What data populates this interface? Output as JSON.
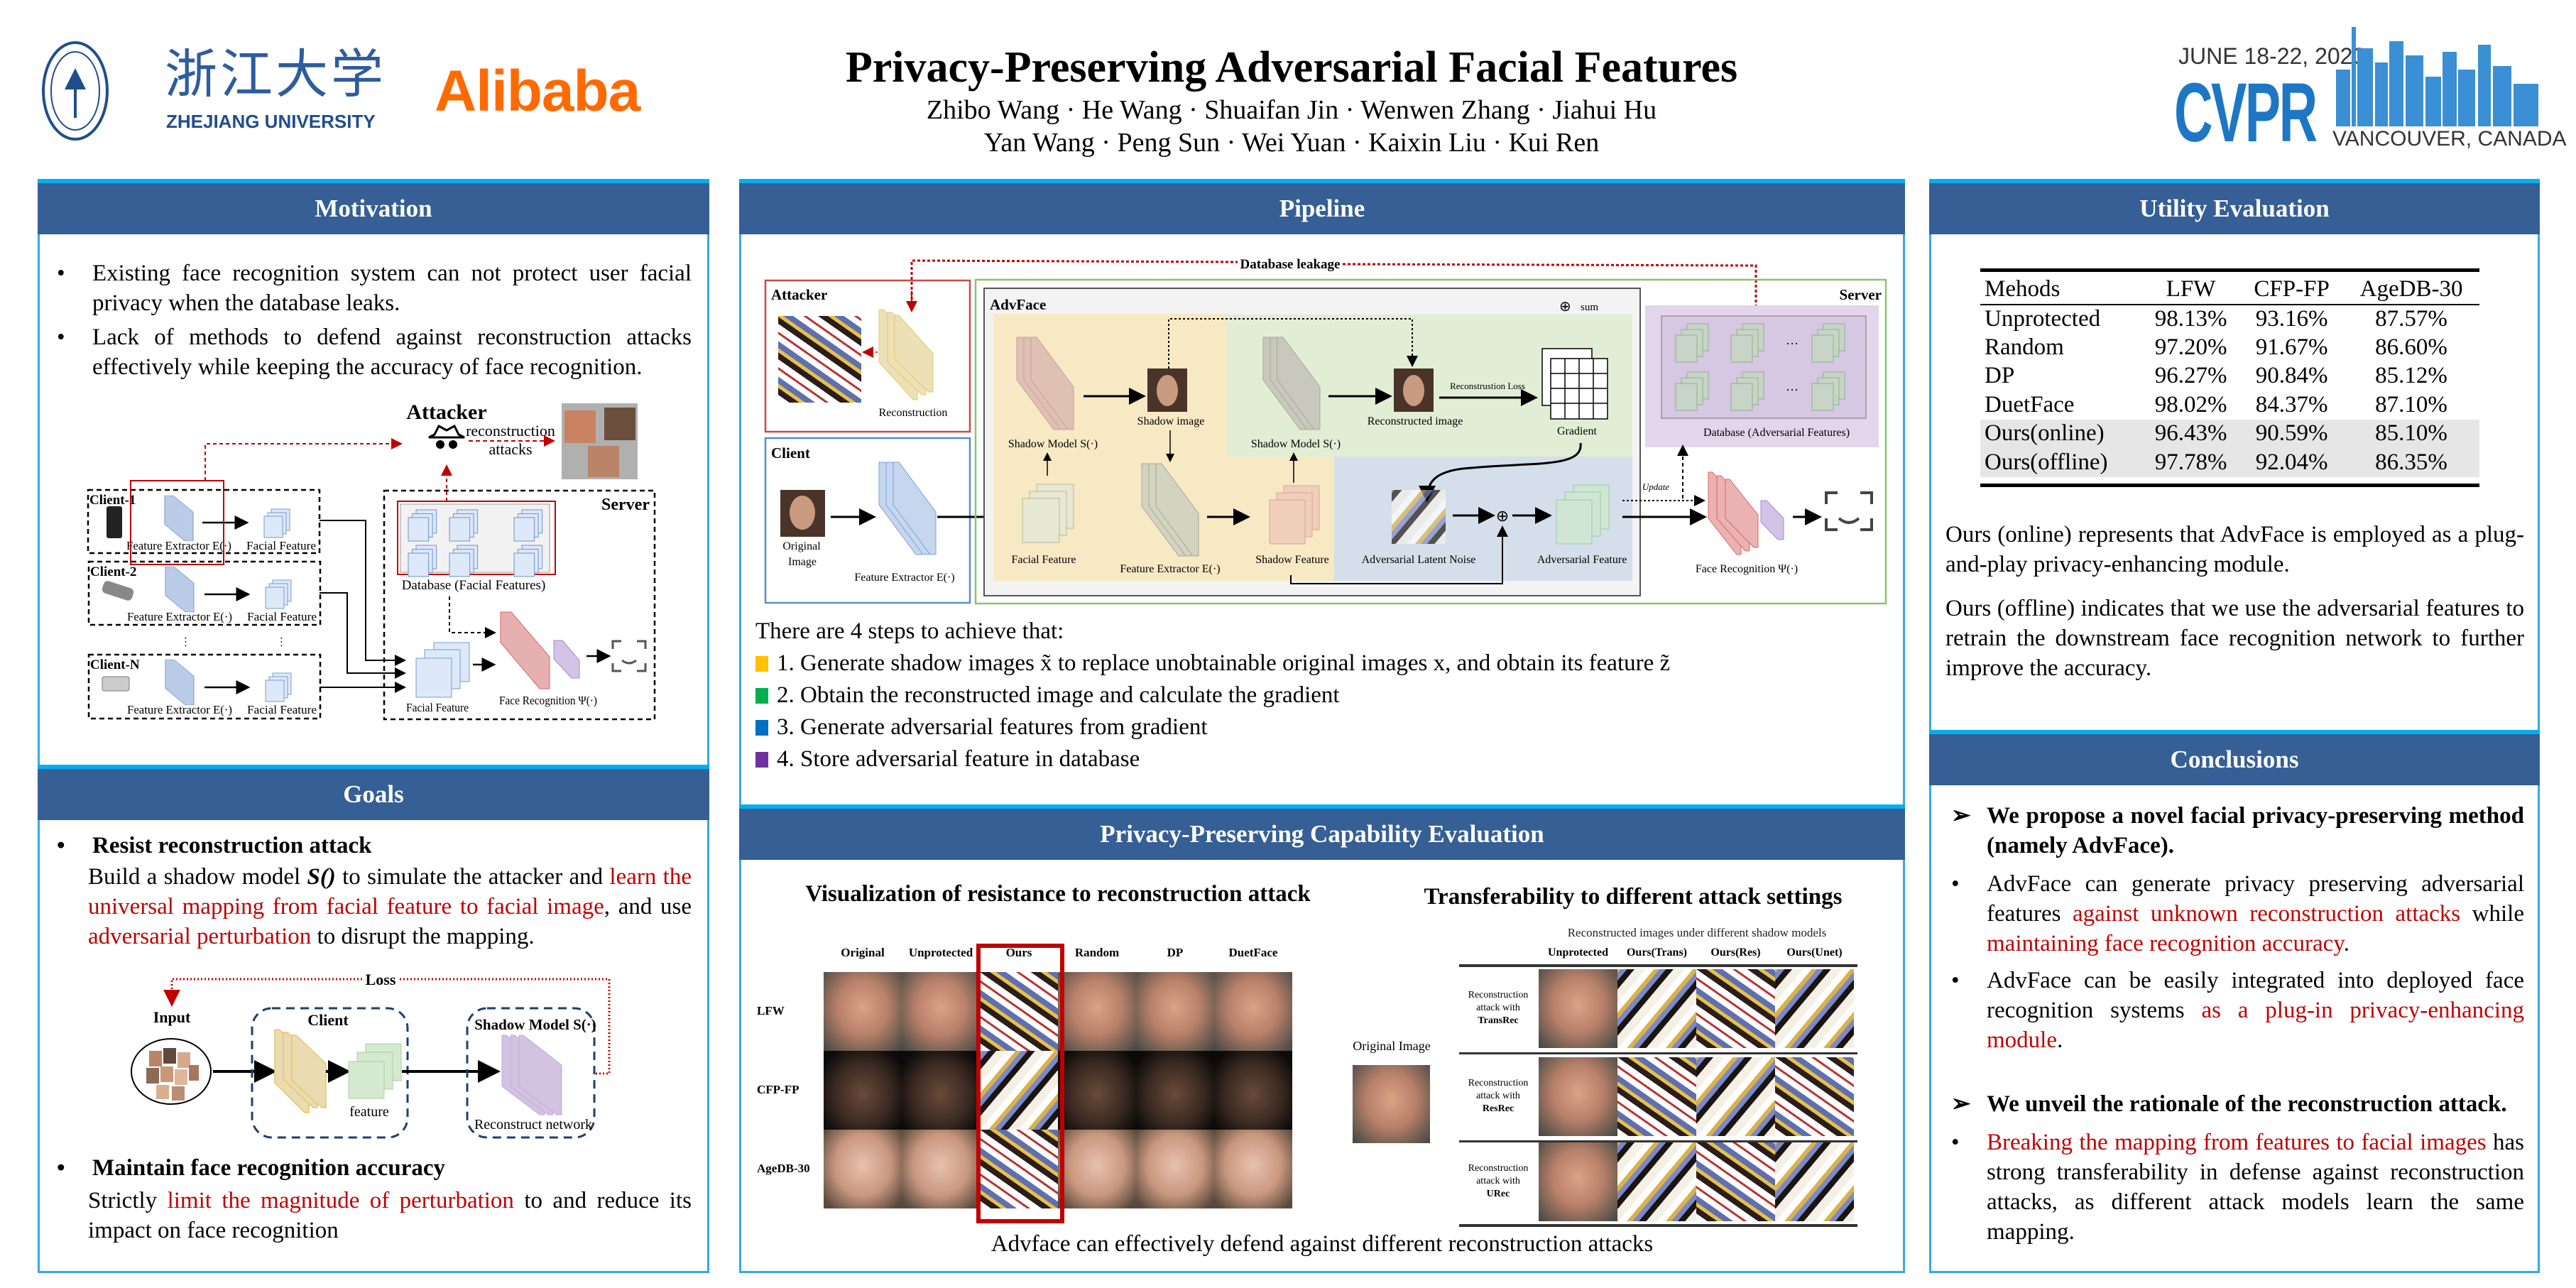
{
  "header": {
    "title": "Privacy-Preserving Adversarial Facial Features",
    "authors_line1": "Zhibo Wang · He Wang · Shuaifan Jin · Wenwen Zhang · Jiahui Hu",
    "authors_line2": "Yan Wang · Peng Sun · Wei Yuan · Kaixin Liu · Kui Ren",
    "zju_cn": "浙江大学",
    "zju_en": "ZHEJIANG UNIVERSITY",
    "alibaba": "Alibaba",
    "cvpr_date": "JUNE 18-22, 2023",
    "cvpr": "CVPR",
    "cvpr_place": "VANCOUVER, CANADA"
  },
  "motivation": {
    "title": "Motivation",
    "bullets": [
      "Existing face recognition system can not protect user facial privacy when the database leaks.",
      "Lack of methods to defend against reconstruction attacks effectively while keeping the accuracy of face recognition."
    ],
    "diagram": {
      "attacker": "Attacker",
      "recon1": "reconstruction",
      "recon2": "attacks",
      "clients": [
        "Client-1",
        "Client-2",
        "Client-N"
      ],
      "feature_extractor": "Feature Extractor E(·)",
      "facial_feature": "Facial Feature",
      "server": "Server",
      "database": "Database (Facial Features)",
      "face_recognition": "Face Recognition Ψ(·)",
      "ellipsis": "···"
    }
  },
  "goals": {
    "title": "Goals",
    "goal1_title": "Resist reconstruction attack",
    "goal1_parts": [
      "Build a shadow model ",
      "S()",
      " to simulate the attacker and ",
      "learn the universal mapping from facial feature to facial image",
      ", and use ",
      "adversarial perturbation",
      " to disrupt the mapping."
    ],
    "goal2_title": "Maintain face recognition accuracy",
    "goal2_parts": [
      "Strictly ",
      "limit the magnitude of perturbation",
      " to and reduce its impact on face recognition"
    ],
    "bullet": "•",
    "diagram": {
      "loss": "Loss",
      "input": "Input",
      "client": "Client",
      "feature": "feature",
      "shadow_model": "Shadow Model  S(·)",
      "reconstruct_network": "Reconstruct network"
    }
  },
  "pipeline": {
    "title": "Pipeline",
    "diagram": {
      "database_leakage": "Database leakage",
      "attacker": "Attacker",
      "reconstruction": "Reconstruction",
      "client": "Client",
      "original": "Original",
      "image": "Image",
      "feature_extractor": "Feature Extractor  E(·)",
      "advface": "AdvFace",
      "sum": "sum",
      "shadow_model": "Shadow Model  S(·)",
      "shadow_image": "Shadow image",
      "reconstructed_image": "Reconstructed image",
      "reconstruction_loss": "Reconstrustion Loss",
      "gradient": "Gradient",
      "facial_feature": "Facial Feature",
      "shadow_feature": "Shadow Feature",
      "adv_noise": "Adversarial Latent Noise",
      "adv_feature": "Adversarial Feature",
      "server": "Server",
      "database": "Database (Adversarial Features)",
      "update": "Update",
      "face_recognition": "Face Recognition  Ψ(·)"
    },
    "steps_intro": "There are 4 steps to achieve that:",
    "steps": [
      {
        "text": "1. Generate shadow images x̃ to replace unobtainable original images x, and obtain its feature z̃",
        "color": "#ffc000"
      },
      {
        "text": "2. Obtain the reconstructed image and calculate the gradient",
        "color": "#00b050"
      },
      {
        "text": "3. Generate adversarial features from gradient",
        "color": "#0070c0"
      },
      {
        "text": "4. Store adversarial feature in database",
        "color": "#7030a0"
      }
    ]
  },
  "privacy": {
    "title": "Privacy-Preserving  Capability Evaluation",
    "vis_title": "Visualization  of resistance to reconstruction attack",
    "vis_columns": [
      "Original",
      "Unprotected",
      "Ours",
      "Random",
      "DP",
      "DuetFace"
    ],
    "vis_rows": [
      "LFW",
      "CFP-FP",
      "AgeDB-30"
    ],
    "trans_title": "Transferability  to different attack settings",
    "trans_subtitle": "Reconstructed images under different shadow models",
    "trans_columns": [
      "Unprotected",
      "Ours(Trans)",
      "Ours(Res)",
      "Ours(Unet)"
    ],
    "trans_rows": [
      [
        "Reconstruction",
        "attack with",
        "TransRec"
      ],
      [
        "Reconstruction",
        "attack with",
        "ResRec"
      ],
      [
        "Reconstruction",
        "attack with",
        "URec"
      ]
    ],
    "original_image": "Original Image",
    "caption": "Advface can effectively  defend against different reconstruction attacks"
  },
  "utility": {
    "title": "Utility Evaluation",
    "columns": [
      "Mehods",
      "LFW",
      "CFP-FP",
      "AgeDB-30"
    ],
    "rows": [
      [
        "Unprotected",
        "98.13%",
        "93.16%",
        "87.57%"
      ],
      [
        "Random",
        "97.20%",
        "91.67%",
        "86.60%"
      ],
      [
        "DP",
        "96.27%",
        "90.84%",
        "85.12%"
      ],
      [
        "DuetFace",
        "98.02%",
        "84.37%",
        "87.10%"
      ],
      [
        "Ours(online)",
        "96.43%",
        "90.59%",
        "85.10%"
      ],
      [
        "Ours(offline)",
        "97.78%",
        "92.04%",
        "86.35%"
      ]
    ],
    "para1": "Ours (online) represents that AdvFace is employed as a plug-and-play privacy-enhancing module.",
    "para2": "Ours (offline) indicates that we use the adversarial features to retrain the downstream face recognition network to further improve the accuracy."
  },
  "conclusions": {
    "title": "Conclusions",
    "arrow": "➢",
    "heading1": "We propose a novel facial privacy-preserving method (namely AdvFace).",
    "c1_parts": [
      "AdvFace can generate privacy preserving adversarial features ",
      "against unknown reconstruction attacks",
      " while ",
      "maintaining face recognition accuracy",
      "."
    ],
    "c2_parts": [
      "AdvFace can be easily integrated into deployed face recognition systems ",
      "as a plug-in privacy-enhancing module",
      "."
    ],
    "heading2": "We unveil the rationale of the reconstruction attack.",
    "c3_parts": [
      "Breaking the mapping from features to facial images",
      " has strong transferability in defense against reconstruction attacks, as different attack models learn the same mapping."
    ]
  }
}
